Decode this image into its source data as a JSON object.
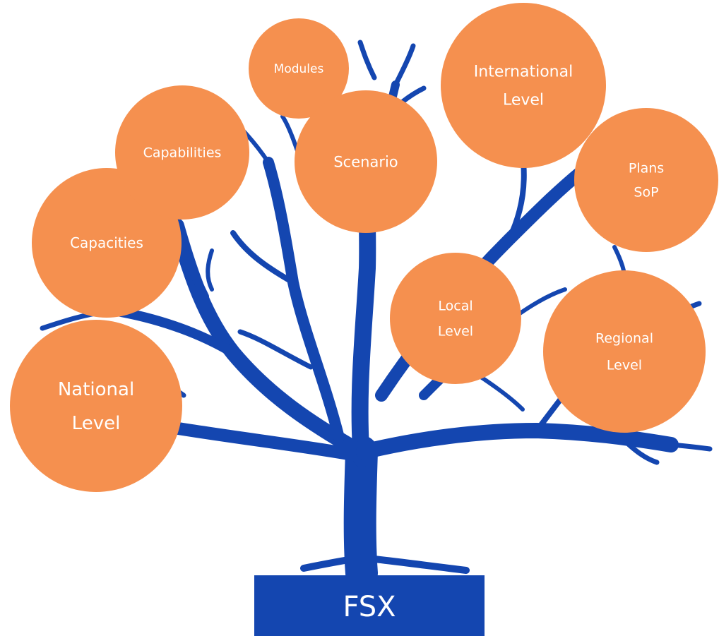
{
  "colors": {
    "tree": "#1446b0",
    "node_fill": "#f5904f",
    "node_text": "#ffffff",
    "base_fill": "#1446b0",
    "base_text": "#ffffff",
    "background": "#ffffff"
  },
  "base": {
    "label": "FSX"
  },
  "nodes": {
    "modules": {
      "lines": [
        "Modules"
      ]
    },
    "international_level": {
      "lines": [
        "International",
        "Level"
      ]
    },
    "capabilities": {
      "lines": [
        "Capabilities"
      ]
    },
    "scenario": {
      "lines": [
        "Scenario"
      ]
    },
    "plans_sop": {
      "lines": [
        "Plans",
        "SoP"
      ]
    },
    "capacities": {
      "lines": [
        "Capacities"
      ]
    },
    "local_level": {
      "lines": [
        "Local",
        "Level"
      ]
    },
    "regional_level": {
      "lines": [
        "Regional",
        "Level"
      ]
    },
    "national_level": {
      "lines": [
        "National",
        "Level"
      ]
    }
  }
}
